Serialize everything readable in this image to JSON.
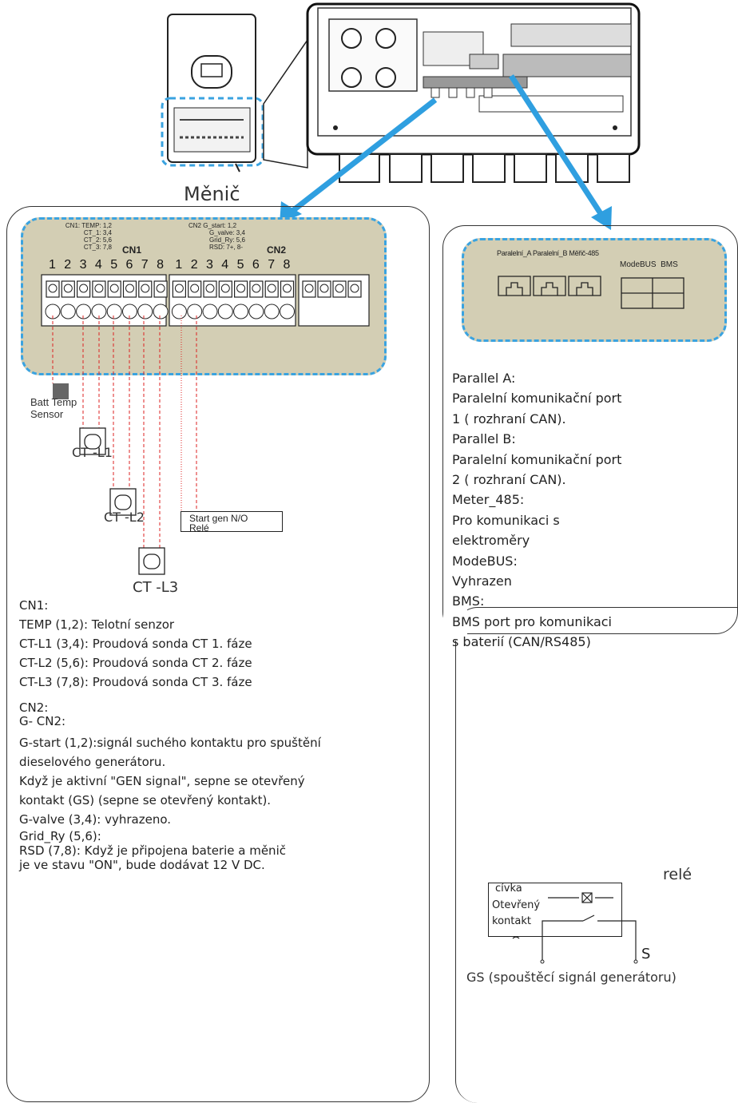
{
  "inverter_label": "Měnič",
  "cn1_panel": {
    "cn1_legend": [
      "CN1: TEMP: 1,2",
      "CT_1: 3,4",
      "CT_2: 5,6",
      "CT_3: 7,8"
    ],
    "cn2_legend": [
      "CN2  G_start: 1,2",
      "G_valve: 3,4",
      "Grid_Ry: 5,6",
      "RSD: 7+, 8-"
    ],
    "cn1_title": "CN1",
    "cn2_title": "CN2",
    "pins": [
      "1",
      "2",
      "3",
      "4",
      "5",
      "6",
      "7",
      "8",
      "1",
      "2",
      "3",
      "4",
      "5",
      "6",
      "7",
      "8"
    ]
  },
  "sensors": {
    "batt_temp": [
      "Batt Temp",
      "Sensor"
    ],
    "ct_l1": "CT -L1",
    "ct_l2": "CT -L2",
    "ct_l3": "CT -L3",
    "start_gen": [
      "Start gen N/O",
      "Relé"
    ]
  },
  "cn1_description": [
    "CN1:",
    "TEMP (1,2): Telotní senzor",
    "CT-L1 (3,4): Proudová sonda CT 1. fáze",
    "CT-L2 (5,6): Proudová sonda CT 2. fáze",
    "CT-L3 (7,8): Proudová sonda CT 3. fáze"
  ],
  "cn2_description": [
    "CN2:",
    "G- CN2:",
    "G-start (1,2):signál suchého kontaktu pro spuštění",
    "dieselového generátoru.",
    "Když je aktivní \"GEN signal\", sepne se otevřený",
    "kontakt (GS) (sepne se otevřený kontakt).",
    "G-valve (3,4): vyhrazeno.",
    "Grid_Ry (5,6):",
    "RSD (7,8): Když je připojena baterie a měnič",
    "je ve stavu \"ON\", bude dodávat 12 V DC."
  ],
  "ports_panel": {
    "labels": [
      "Paralelní_A",
      "Paralelní_B",
      "Měřič-485"
    ],
    "modbus": "ModeBUS",
    "bms": "BMS"
  },
  "ports_description": [
    "Parallel A:",
    "Paralelní komunikační port",
    "1 ( rozhraní CAN).",
    "Parallel B:",
    "Paralelní komunikační port",
    "2 ( rozhraní CAN).",
    "Meter_485:",
    "Pro komunikaci s",
    "elektroměry",
    "ModeBUS:",
    "Vyhrazen",
    "BMS:",
    "BMS port pro komunikaci",
    "s baterií (CAN/RS485)"
  ],
  "relay": {
    "title": "relé",
    "coil": "cívka",
    "open_contact_1": "Otevřený",
    "open_contact_2": "kontakt",
    "s_label": "S",
    "gs_label": "GS (spouštěcí signál generátoru)"
  },
  "colors": {
    "beige": "#d3ceb4",
    "dashed_border": "#3aa3e0",
    "arrow": "#2f9fe0",
    "wire_red": "#d22"
  }
}
